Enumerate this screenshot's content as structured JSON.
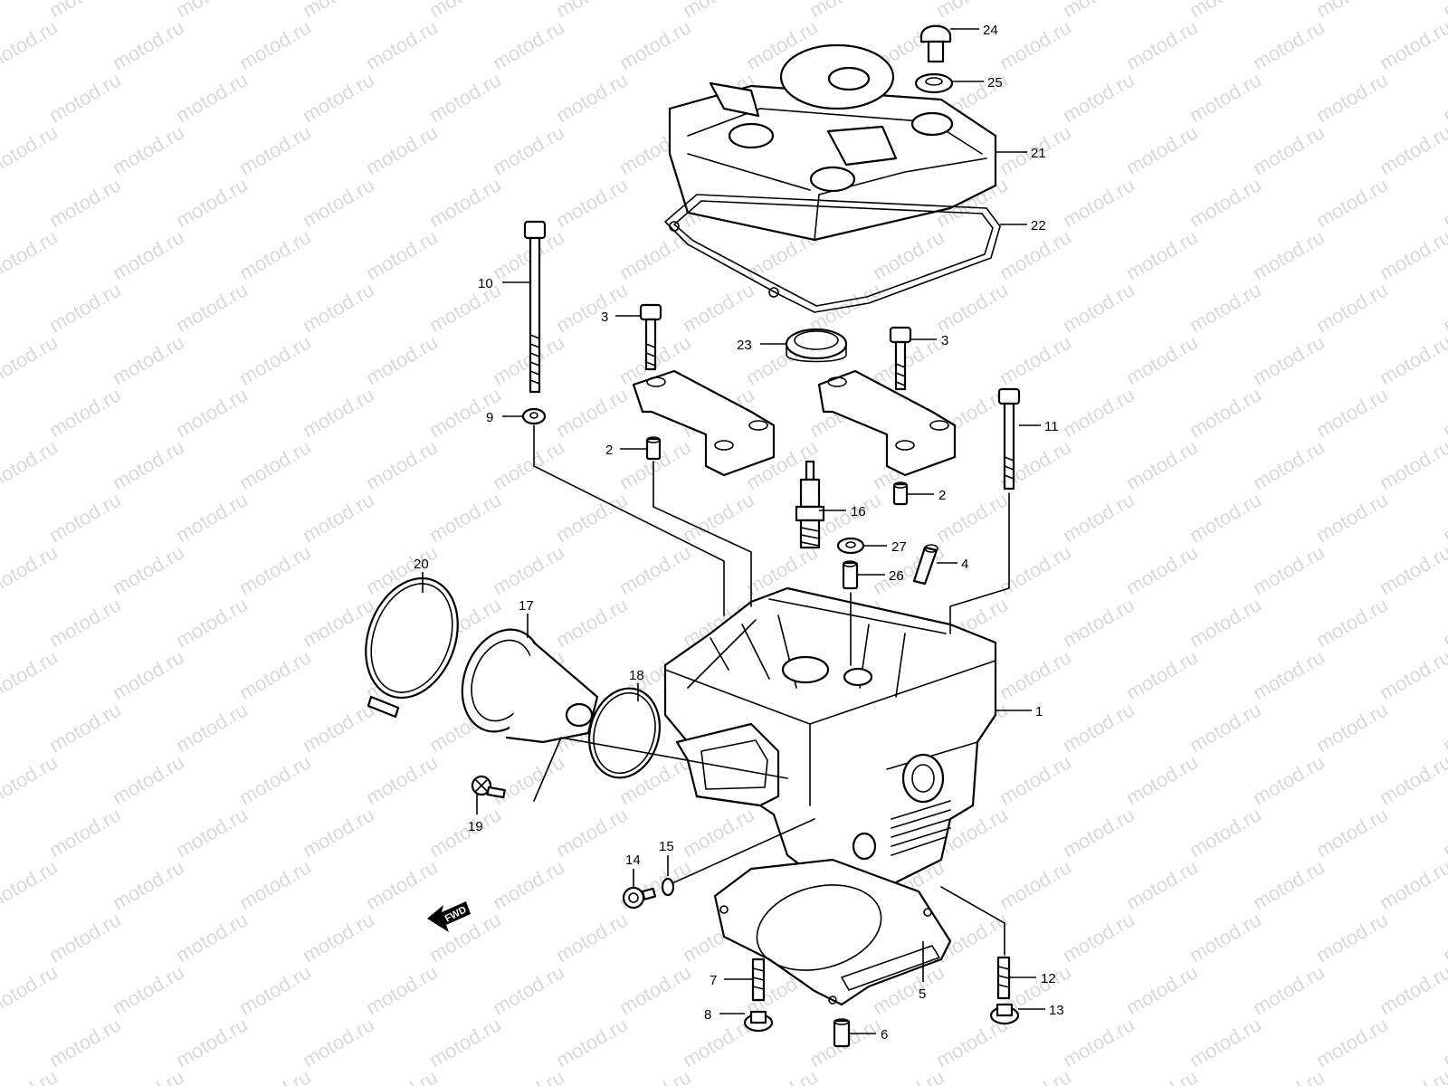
{
  "watermark": "motod.ru",
  "fwd_label": "FWD",
  "callouts": [
    {
      "id": "c24",
      "text": "24"
    },
    {
      "id": "c25",
      "text": "25"
    },
    {
      "id": "c21",
      "text": "21"
    },
    {
      "id": "c22",
      "text": "22"
    },
    {
      "id": "c10",
      "text": "10"
    },
    {
      "id": "c3a",
      "text": "3"
    },
    {
      "id": "c3b",
      "text": "3"
    },
    {
      "id": "c23",
      "text": "23"
    },
    {
      "id": "c9",
      "text": "9"
    },
    {
      "id": "c11",
      "text": "11"
    },
    {
      "id": "c2a",
      "text": "2"
    },
    {
      "id": "c2b",
      "text": "2"
    },
    {
      "id": "c16",
      "text": "16"
    },
    {
      "id": "c27",
      "text": "27"
    },
    {
      "id": "c26",
      "text": "26"
    },
    {
      "id": "c4",
      "text": "4"
    },
    {
      "id": "c20",
      "text": "20"
    },
    {
      "id": "c17",
      "text": "17"
    },
    {
      "id": "c18",
      "text": "18"
    },
    {
      "id": "c1",
      "text": "1"
    },
    {
      "id": "c19",
      "text": "19"
    },
    {
      "id": "c14",
      "text": "14"
    },
    {
      "id": "c15",
      "text": "15"
    },
    {
      "id": "c7",
      "text": "7"
    },
    {
      "id": "c12",
      "text": "12"
    },
    {
      "id": "c5",
      "text": "5"
    },
    {
      "id": "c8",
      "text": "8"
    },
    {
      "id": "c13",
      "text": "13"
    },
    {
      "id": "c6",
      "text": "6"
    }
  ]
}
